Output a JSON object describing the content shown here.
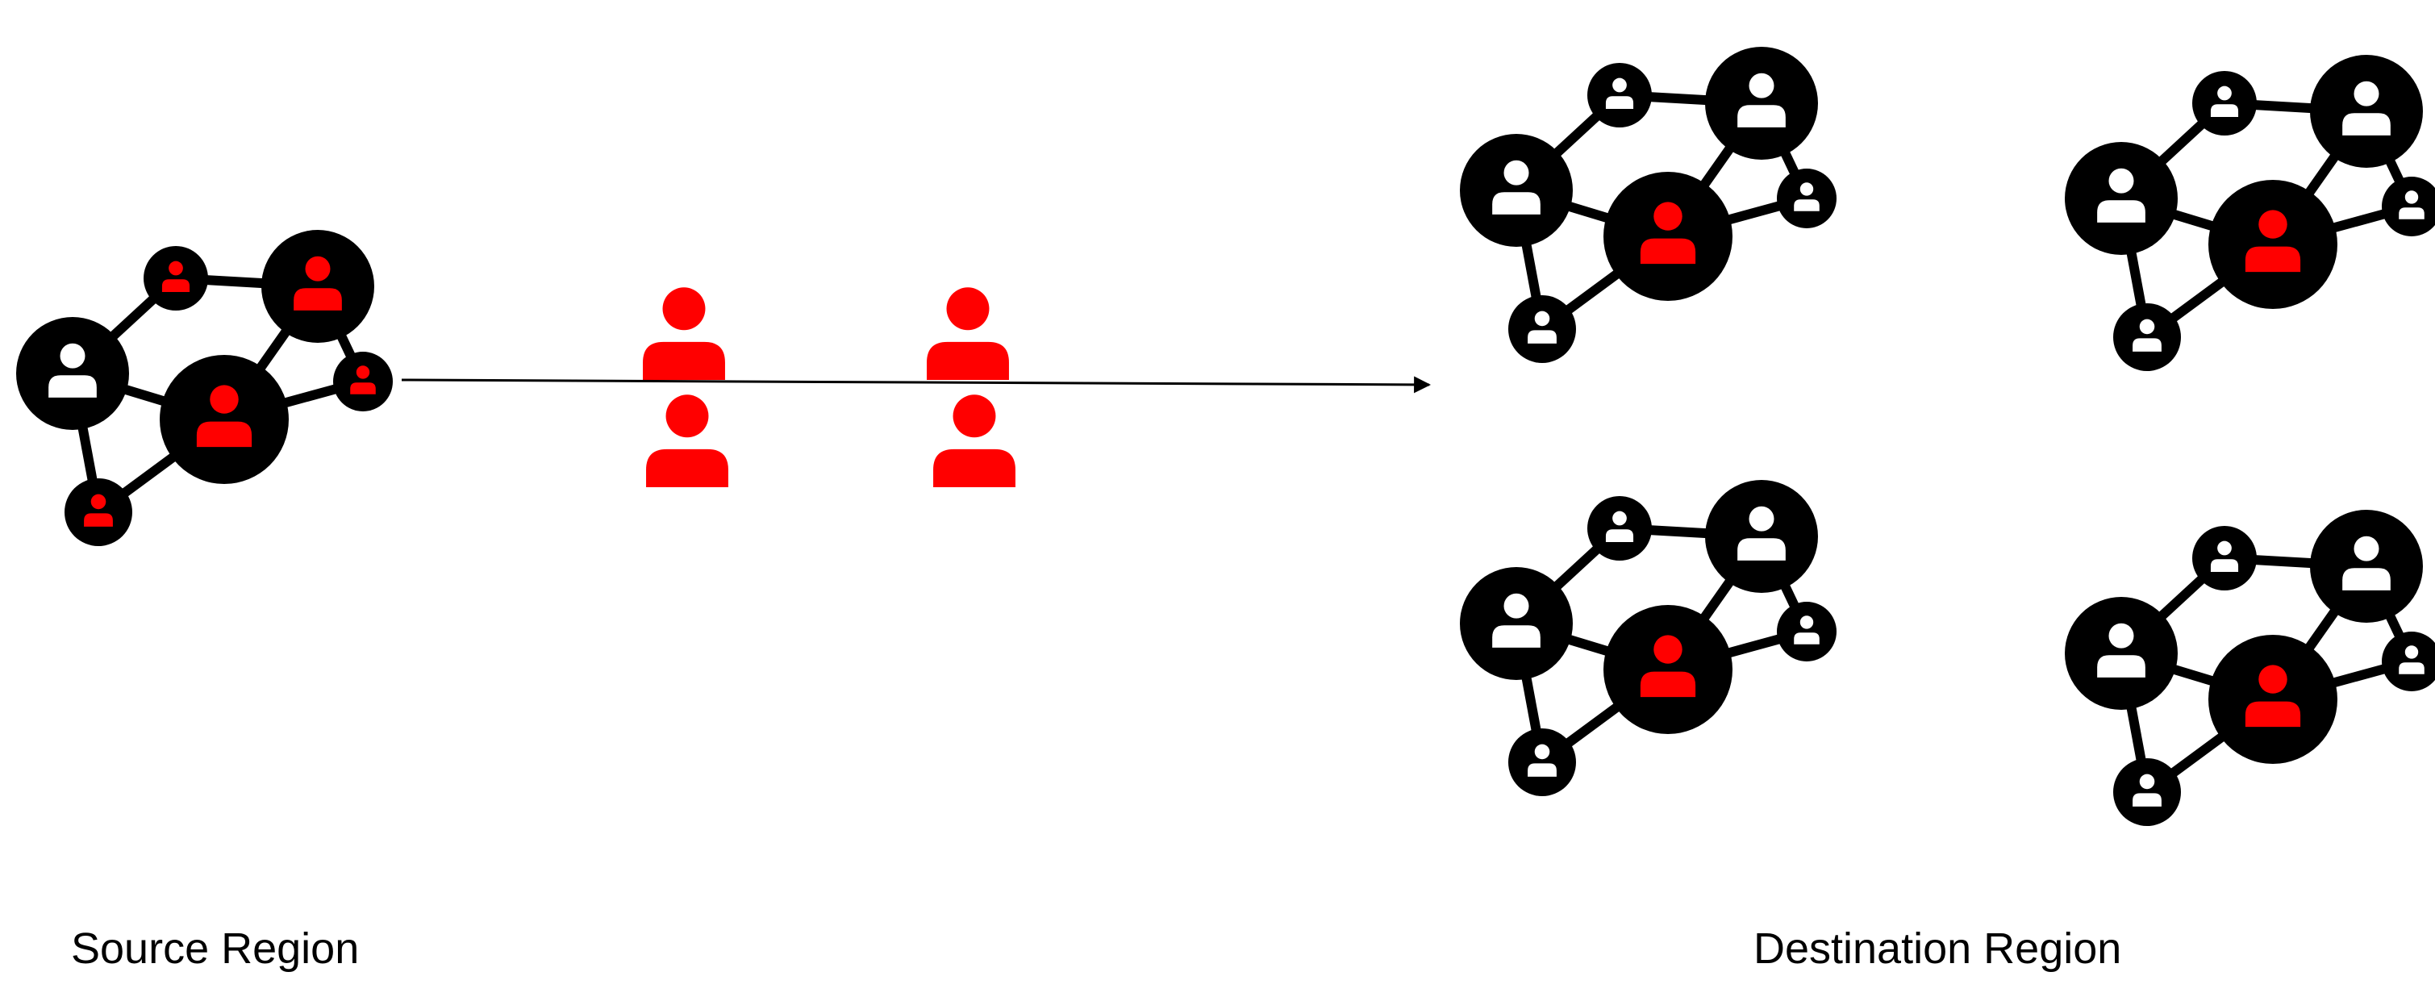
{
  "labels": {
    "source": "Source Region",
    "destination": "Destination Region"
  },
  "colors": {
    "node": "#000000",
    "person_default": "#ffffff",
    "person_migrant": "#ff0000",
    "background": "#ffffff"
  },
  "icons": {
    "node": "person-node-icon",
    "migrant": "person-icon",
    "arrow": "arrow-right-icon"
  },
  "networks": [
    {
      "name": "source-network",
      "red": [
        0,
        1,
        3,
        4,
        5
      ],
      "mirror": true
    },
    {
      "name": "destination-network-1",
      "red": [
        3
      ],
      "mirror": true
    },
    {
      "name": "destination-network-2",
      "red": [
        3
      ],
      "mirror": true
    },
    {
      "name": "destination-network-3",
      "red": [
        3
      ],
      "mirror": true
    },
    {
      "name": "destination-network-4",
      "red": [
        3
      ],
      "mirror": true
    }
  ],
  "migrant_count": 4
}
